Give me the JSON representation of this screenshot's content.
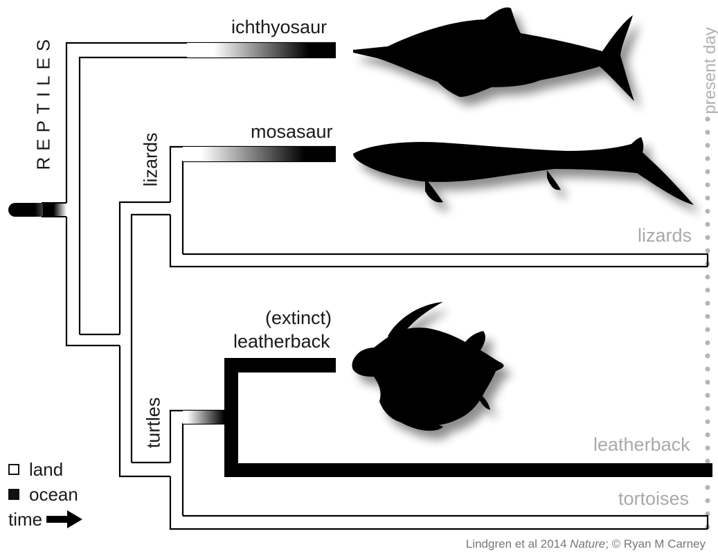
{
  "title_vertical": "REPTILES",
  "time_marker": "present day",
  "clade_labels": {
    "lizards": "lizards",
    "turtles": "turtles"
  },
  "extinct_labels": {
    "ichthyosaur": "ichthyosaur",
    "mosasaur": "mosasaur",
    "extinct_leatherback_line1": "(extinct)",
    "extinct_leatherback_line2": "leatherback"
  },
  "living_labels": {
    "lizards": "lizards",
    "leatherback": "leatherback",
    "tortoises": "tortoises"
  },
  "legend": {
    "land": "land",
    "ocean": "ocean",
    "time": "time"
  },
  "credit": {
    "prefix": "Lindgren et al 2014 ",
    "journal": "Nature",
    "suffix": "; © Ryan M Carney"
  },
  "colors": {
    "ocean": "#000000",
    "land": "#ffffff",
    "extant_label": "#a9a9a9",
    "present_day_dots": "#b5b5b5"
  },
  "silhouettes": [
    "ichthyosaur-silhouette",
    "mosasaur-silhouette",
    "sea-turtle-silhouette"
  ]
}
